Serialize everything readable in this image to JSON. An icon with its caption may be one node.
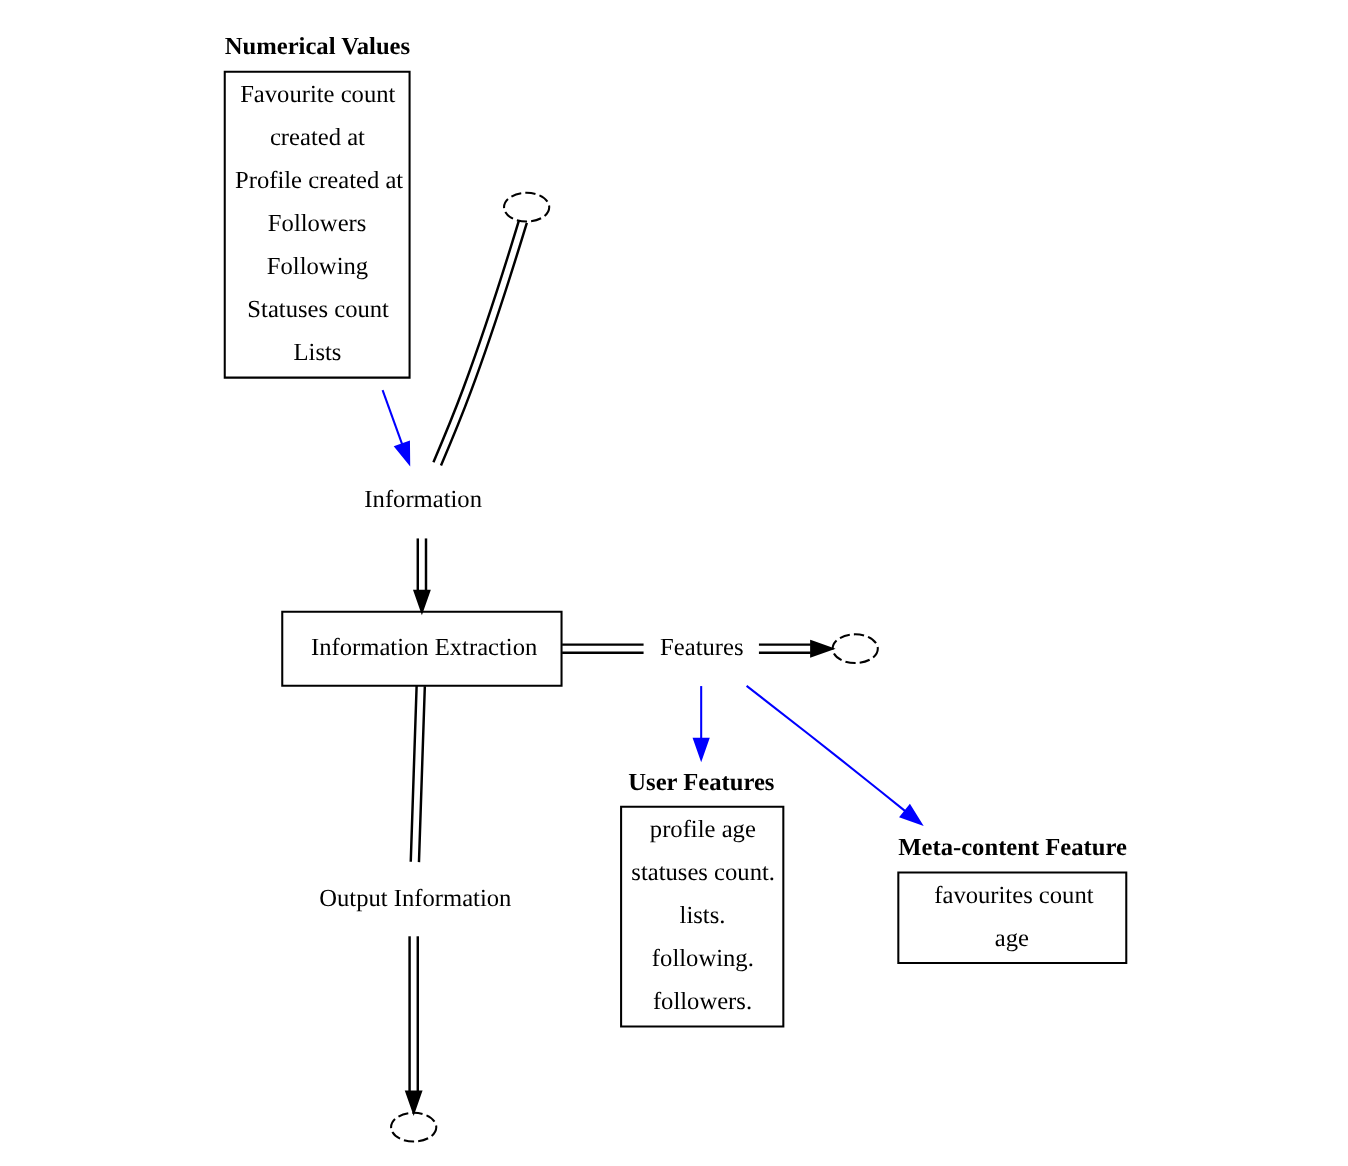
{
  "diagram": {
    "nodes": [
      {
        "text": [
          "Numerical Values",
          "Favourite count",
          "created at",
          "Profile created at",
          "Followers",
          "Following",
          "Statuses count",
          "Lists"
        ]
      },
      {
        "text": [],
        "shape": "cloud"
      },
      {
        "text": [
          "Information"
        ]
      },
      {
        "text": [
          "Information Extraction"
        ]
      },
      {
        "text": [
          "User Features",
          "profile age",
          "statuses count.",
          "lists.",
          "following.",
          "followers."
        ]
      },
      {
        "text": [],
        "shape": "cloud"
      },
      {
        "text": [
          "Features"
        ]
      },
      {
        "text": [
          "Meta-content Feature",
          "favourites count",
          "age"
        ]
      },
      {
        "text": [
          "Output Information"
        ]
      },
      {
        "text": [],
        "shape": "cloud"
      }
    ],
    "edges": [
      {
        "from": 1,
        "to": 2,
        "arrow": "none"
      },
      {
        "from": 2,
        "to": 3,
        "arrow": "to"
      },
      {
        "from": 0,
        "to": 2,
        "arrow": "to",
        "color": "#0000ff"
      },
      {
        "from": 3,
        "to": 6,
        "arrow": "none"
      },
      {
        "from": 6,
        "to": 5,
        "arrow": "to"
      },
      {
        "from": 6,
        "to": 4,
        "arrow": "to",
        "color": "#0000ff"
      },
      {
        "from": 6,
        "to": 7,
        "arrow": "to",
        "color": "#0000ff"
      },
      {
        "from": 3,
        "to": 8,
        "arrow": "none"
      },
      {
        "from": 8,
        "to": 9,
        "arrow": "to"
      }
    ]
  }
}
